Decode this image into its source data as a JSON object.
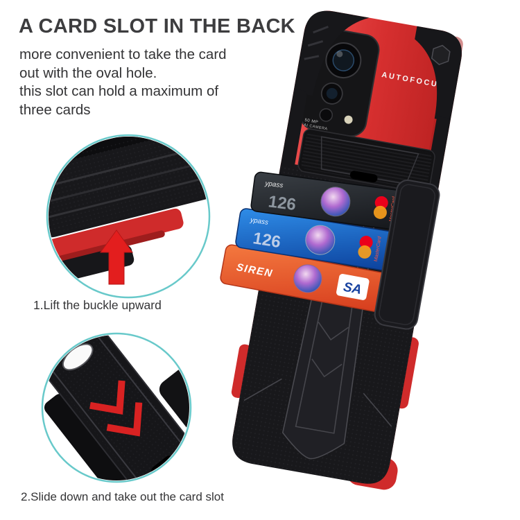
{
  "header": {
    "title": "A CARD SLOT IN THE BACK",
    "description_lines": [
      "more convenient to take the card",
      "out with the oval hole.",
      "this slot can hold a maximum of",
      "three cards"
    ]
  },
  "steps": [
    {
      "label": "1.Lift the buckle upward"
    },
    {
      "label": "2.Slide down and take out the card slot"
    }
  ],
  "phone": {
    "autofocus_label": "AUTOFOCUS",
    "camera_label_line1": "50 MP",
    "camera_label_line2": "AI CAMERA",
    "cards": [
      {
        "name": "dark-card",
        "tap_label": "ypass",
        "number": "126",
        "brand": "MasterCard"
      },
      {
        "name": "blue-card",
        "tap_label": "ypass",
        "number": "126",
        "brand": "MasterCard"
      },
      {
        "name": "orange-card",
        "label": "SIREN",
        "brand_visible": "SA"
      }
    ]
  },
  "icons": {
    "lift_arrow": "up-arrow",
    "slot_arrows": "double-chevron-down",
    "case_logo": "hexagon",
    "card_brand_logos": [
      "mastercard-circles",
      "visa-wordmark"
    ]
  },
  "colors": {
    "callout_ring": "#68c9ca",
    "accent_red": "#d92b2b",
    "case_black": "#18181b",
    "card_blue": "#1d6fd0",
    "card_orange": "#e55a2b",
    "text": "#3a3a3c"
  }
}
